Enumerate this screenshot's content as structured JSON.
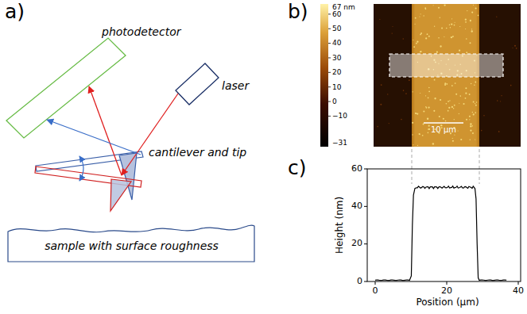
{
  "diagram": {
    "nodes": [
      {
        "text": [
          "sample with surface roughness"
        ]
      }
    ],
    "labels": [
      "a)",
      "photodetector",
      "laser",
      "cantilever and tip",
      "b)",
      "67 nm",
      "60",
      "50",
      "40",
      "30",
      "20",
      "10",
      "0",
      "−10",
      "−31",
      "10 µm",
      "c)",
      "60",
      "40",
      "20",
      "0",
      "0",
      "20",
      "40",
      "Height (nm)",
      "Position (µm)"
    ]
  }
}
